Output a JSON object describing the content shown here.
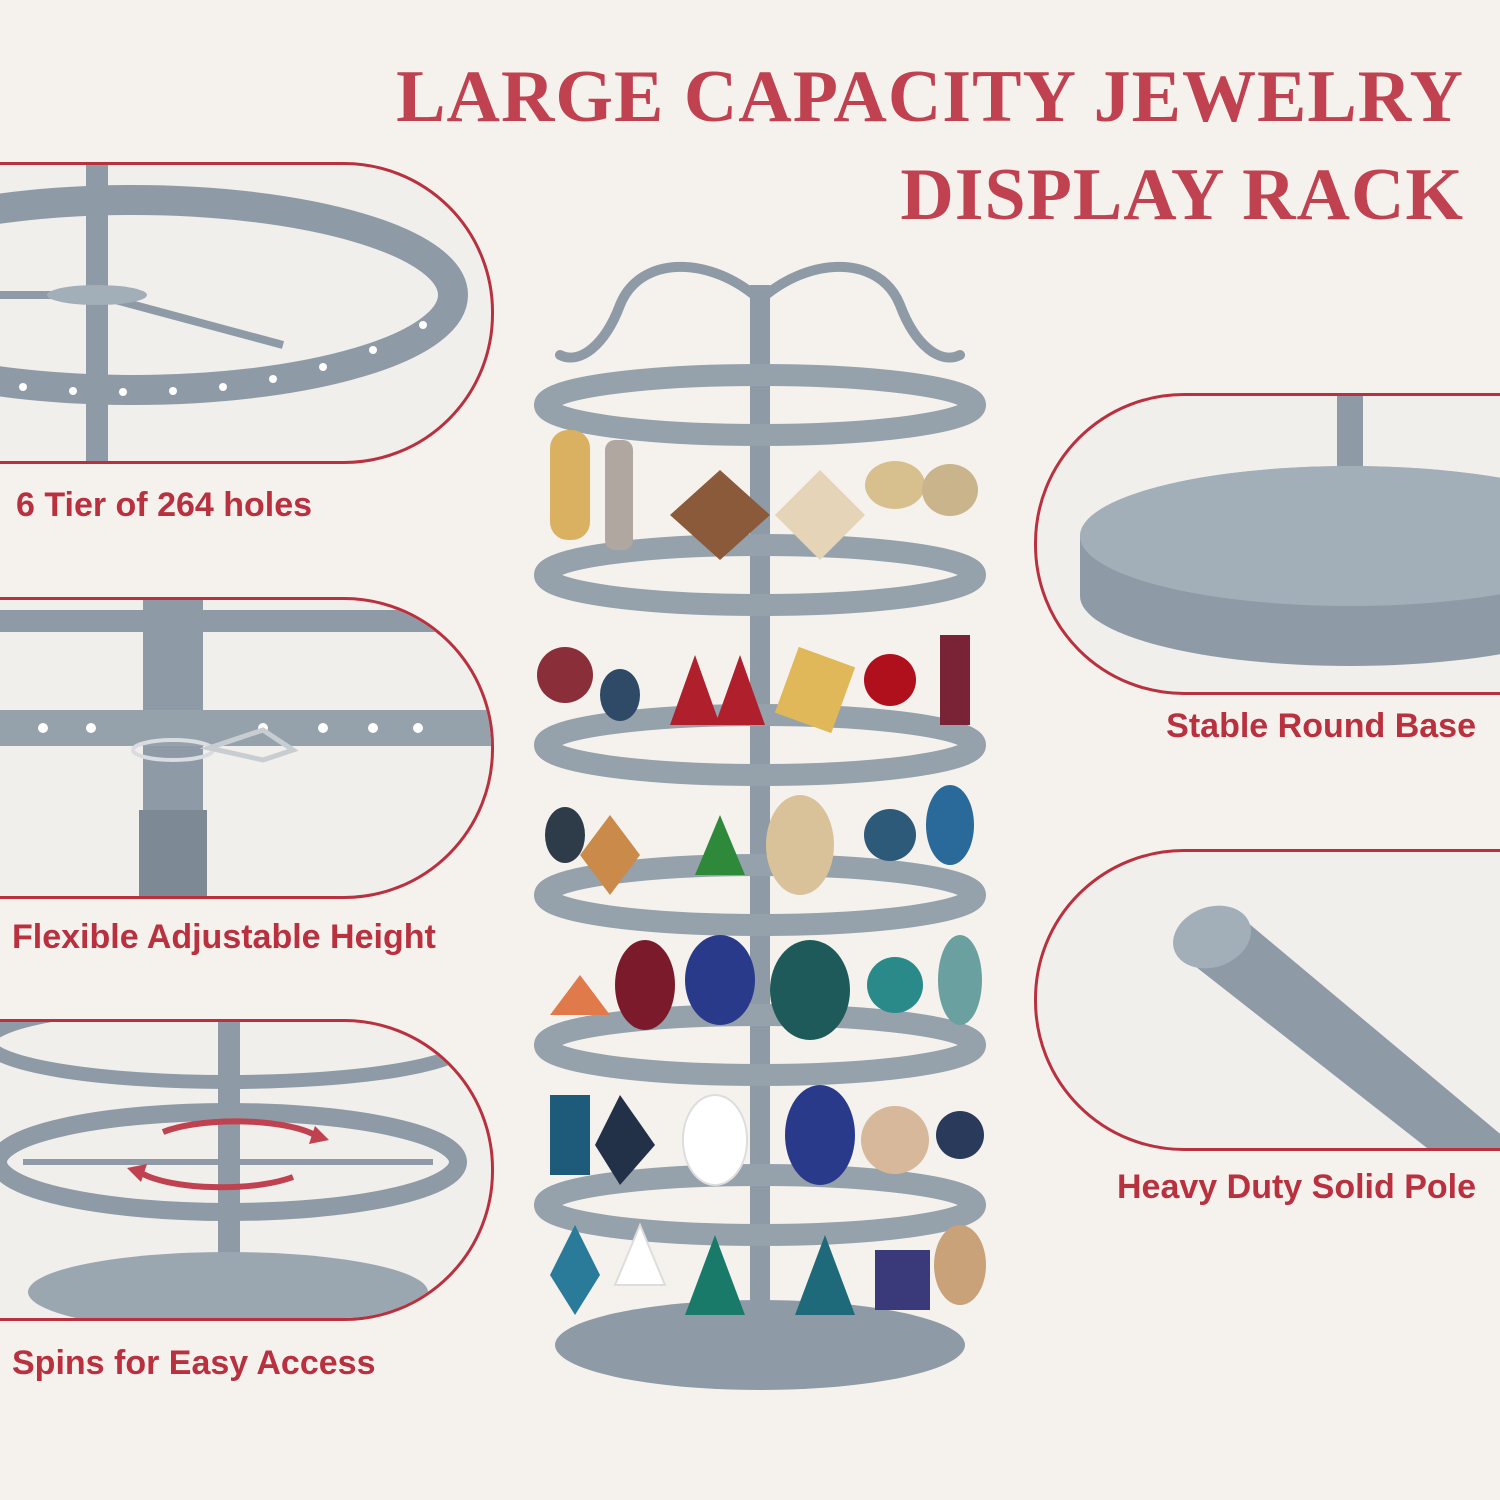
{
  "headline": {
    "line1": "LARGE CAPACITY JEWELRY",
    "line2": "DISPLAY RACK"
  },
  "features": [
    {
      "label": "6 Tier of 264 holes",
      "icon": "tier-ring-closeup"
    },
    {
      "label": "Flexible Adjustable Height",
      "icon": "height-clip-closeup"
    },
    {
      "label": "Spins for Easy Access",
      "icon": "rotate-arrows"
    },
    {
      "label": "Stable Round Base",
      "icon": "round-base-closeup"
    },
    {
      "label": "Heavy Duty Solid Pole",
      "icon": "solid-pole-closeup"
    }
  ],
  "colors": {
    "accent": "#b9303f",
    "headline": "#c0414f",
    "metal": "#8e9ba6",
    "background": "#f5f2ee"
  }
}
